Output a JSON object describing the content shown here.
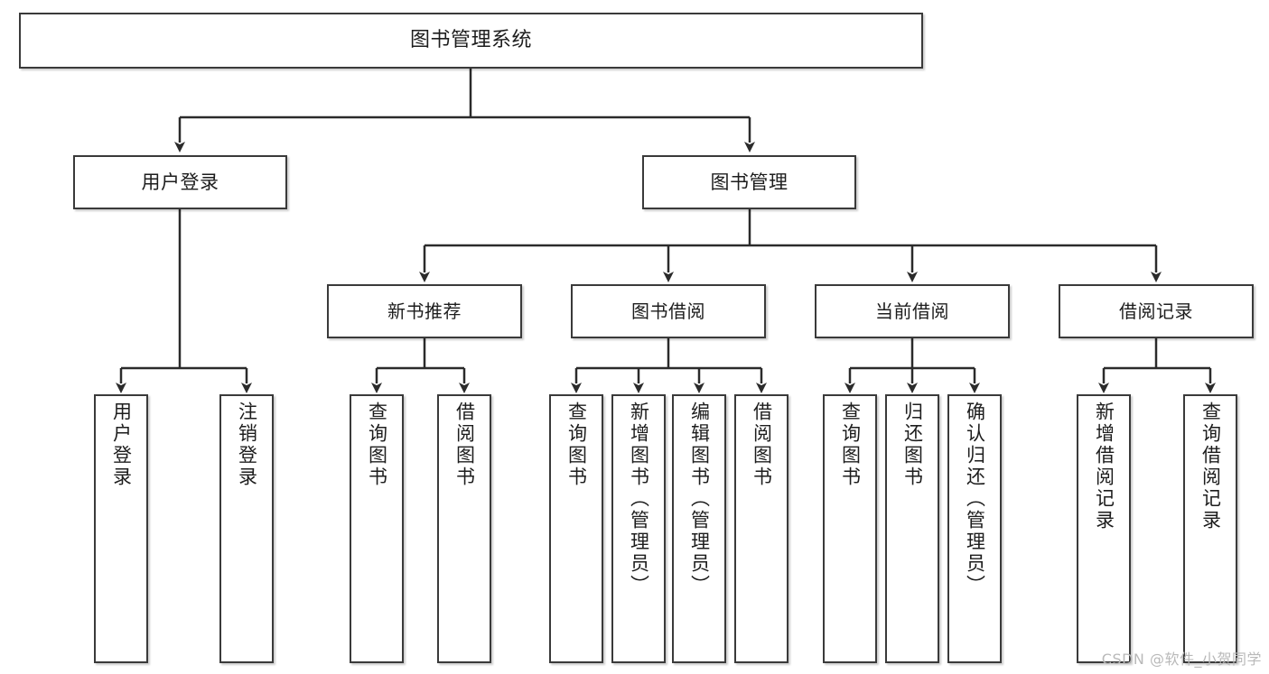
{
  "diagram": {
    "title": "图书管理系统",
    "type": "hierarchy-tree",
    "watermark": "CSDN @软件_小贺同学",
    "colors": {
      "box_border": "#3a3a3a",
      "box_fill": "#ffffff",
      "edge": "#2b2b2b",
      "text": "#1d1d1d",
      "watermark": "#b9b9b9",
      "page_background": "#ffffff"
    },
    "nodes": {
      "root": {
        "label": "图书管理系统"
      },
      "level2": [
        {
          "id": "user-login",
          "label": "用户登录"
        },
        {
          "id": "book-manage",
          "label": "图书管理"
        }
      ],
      "level3": [
        {
          "id": "new-book-recommend",
          "label": "新书推荐"
        },
        {
          "id": "book-borrow",
          "label": "图书借阅"
        },
        {
          "id": "current-borrow",
          "label": "当前借阅"
        },
        {
          "id": "borrow-record",
          "label": "借阅记录"
        }
      ],
      "leaves": {
        "user_login": [
          {
            "id": "leaf-user-login",
            "label": "用户登录"
          },
          {
            "id": "leaf-logout-login",
            "label": "注销登录"
          }
        ],
        "new_book_recommend": [
          {
            "id": "leaf-query-book-1",
            "label": "查询图书"
          },
          {
            "id": "leaf-borrow-book-1",
            "label": "借阅图书"
          }
        ],
        "book_borrow": [
          {
            "id": "leaf-query-book-2",
            "label": "查询图书"
          },
          {
            "id": "leaf-add-book",
            "label": "新增图书（管理员）"
          },
          {
            "id": "leaf-edit-book",
            "label": "编辑图书（管理员）"
          },
          {
            "id": "leaf-borrow-book-2",
            "label": "借阅图书"
          }
        ],
        "current_borrow": [
          {
            "id": "leaf-query-book-3",
            "label": "查询图书"
          },
          {
            "id": "leaf-return-book",
            "label": "归还图书"
          },
          {
            "id": "leaf-confirm-return",
            "label": "确认归还（管理员）"
          }
        ],
        "borrow_record": [
          {
            "id": "leaf-add-record",
            "label": "新增借阅记录"
          },
          {
            "id": "leaf-query-record",
            "label": "查询借阅记录"
          }
        ]
      }
    }
  }
}
